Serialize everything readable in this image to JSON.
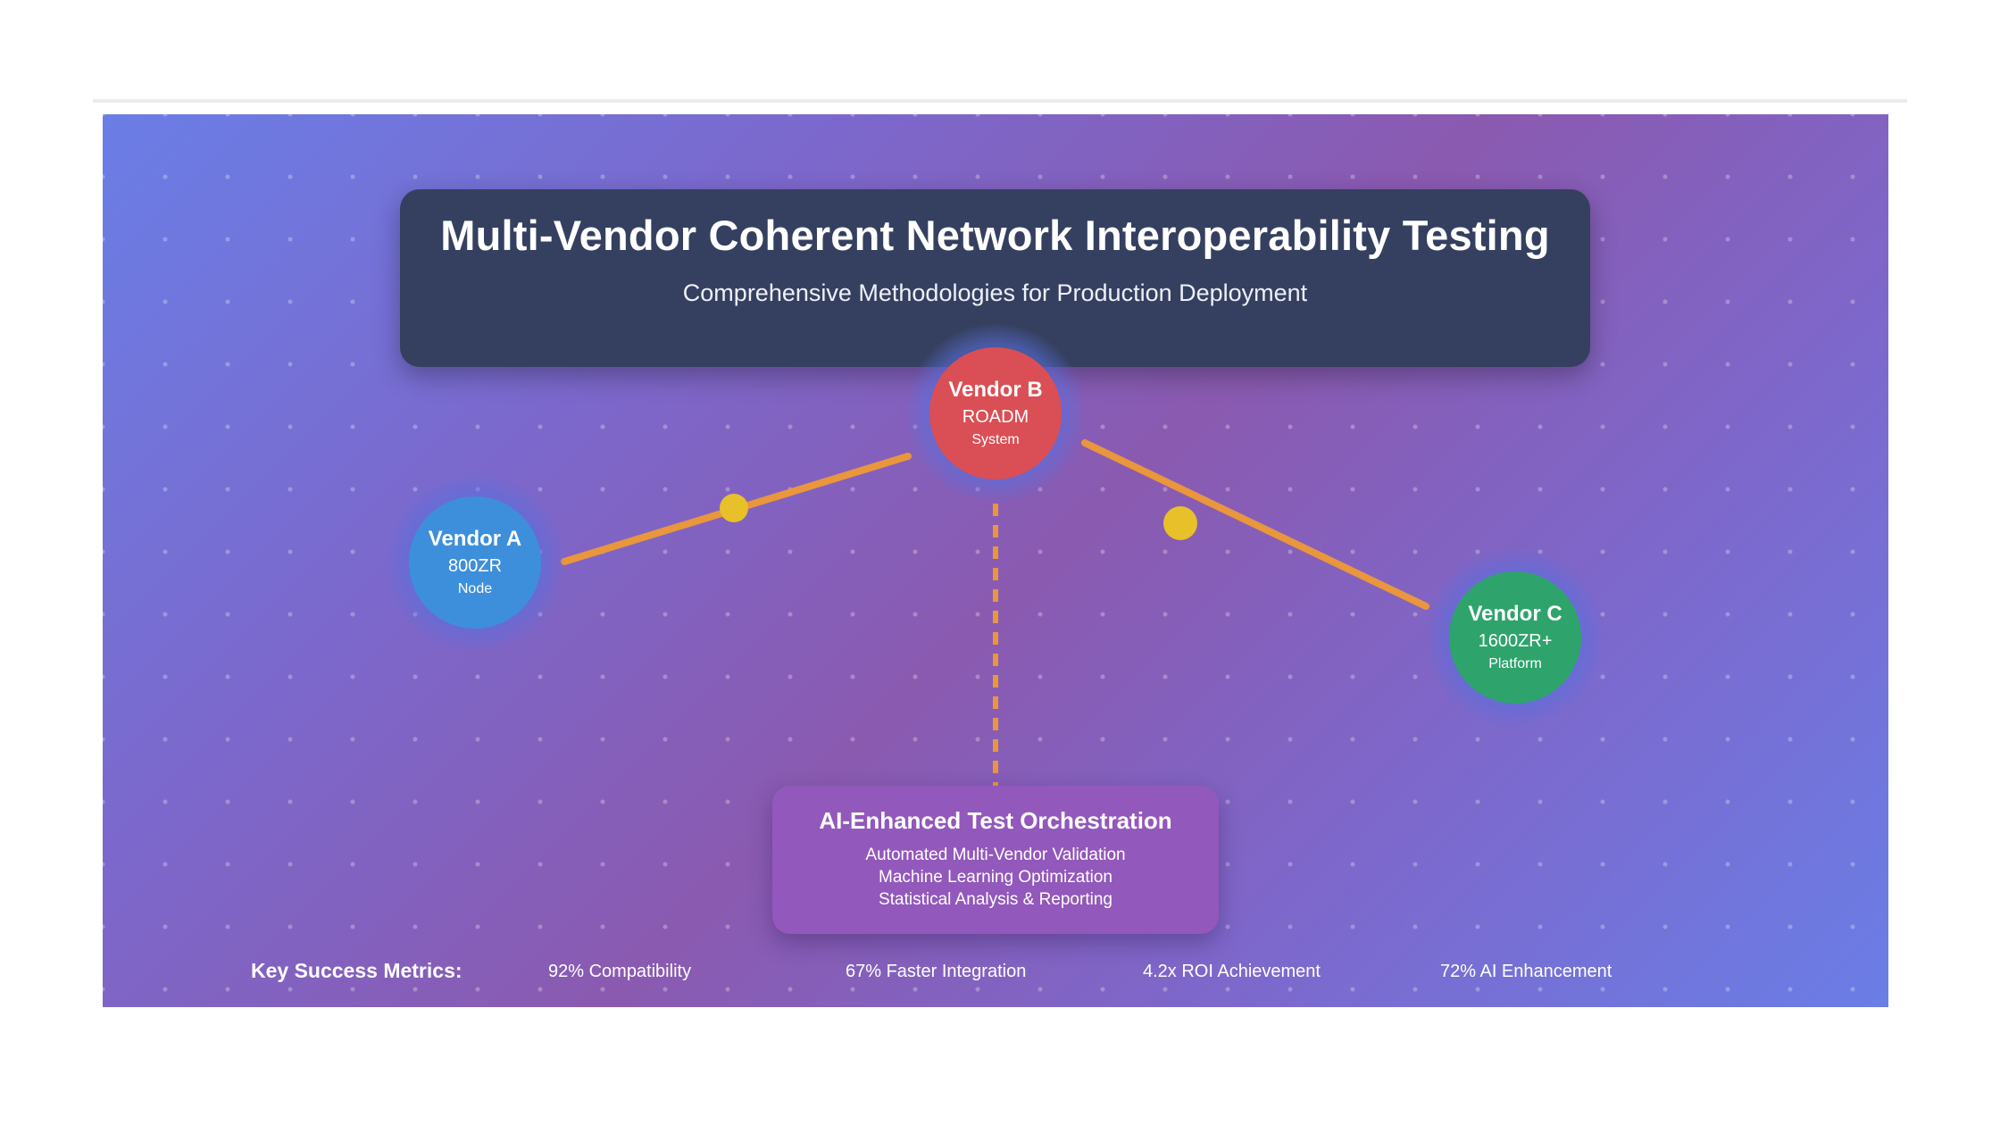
{
  "title": "Multi-Vendor Coherent Network Interoperability Testing",
  "subtitle": "Comprehensive Methodologies for Production Deployment",
  "nodes": [
    {
      "name": "Vendor A",
      "model": "800ZR",
      "type": "Node",
      "color": "#3d8fdc"
    },
    {
      "name": "Vendor B",
      "model": "ROADM",
      "type": "System",
      "color": "#da4f55"
    },
    {
      "name": "Vendor C",
      "model": "1600ZR+",
      "type": "Platform",
      "color": "#2ea46c"
    }
  ],
  "orchestration": {
    "title": "AI-Enhanced Test Orchestration",
    "lines": [
      "Automated Multi-Vendor Validation",
      "Machine Learning Optimization",
      "Statistical Analysis & Reporting"
    ]
  },
  "metrics": {
    "label": "Key Success Metrics:",
    "items": [
      "92% Compatibility",
      "67% Faster Integration",
      "4.2x ROI Achievement",
      "72% AI Enhancement"
    ]
  },
  "colors": {
    "link": "#e9963d",
    "packet": "#e8c02a",
    "title_box": "#354060",
    "ai_box": "#9258bb"
  }
}
